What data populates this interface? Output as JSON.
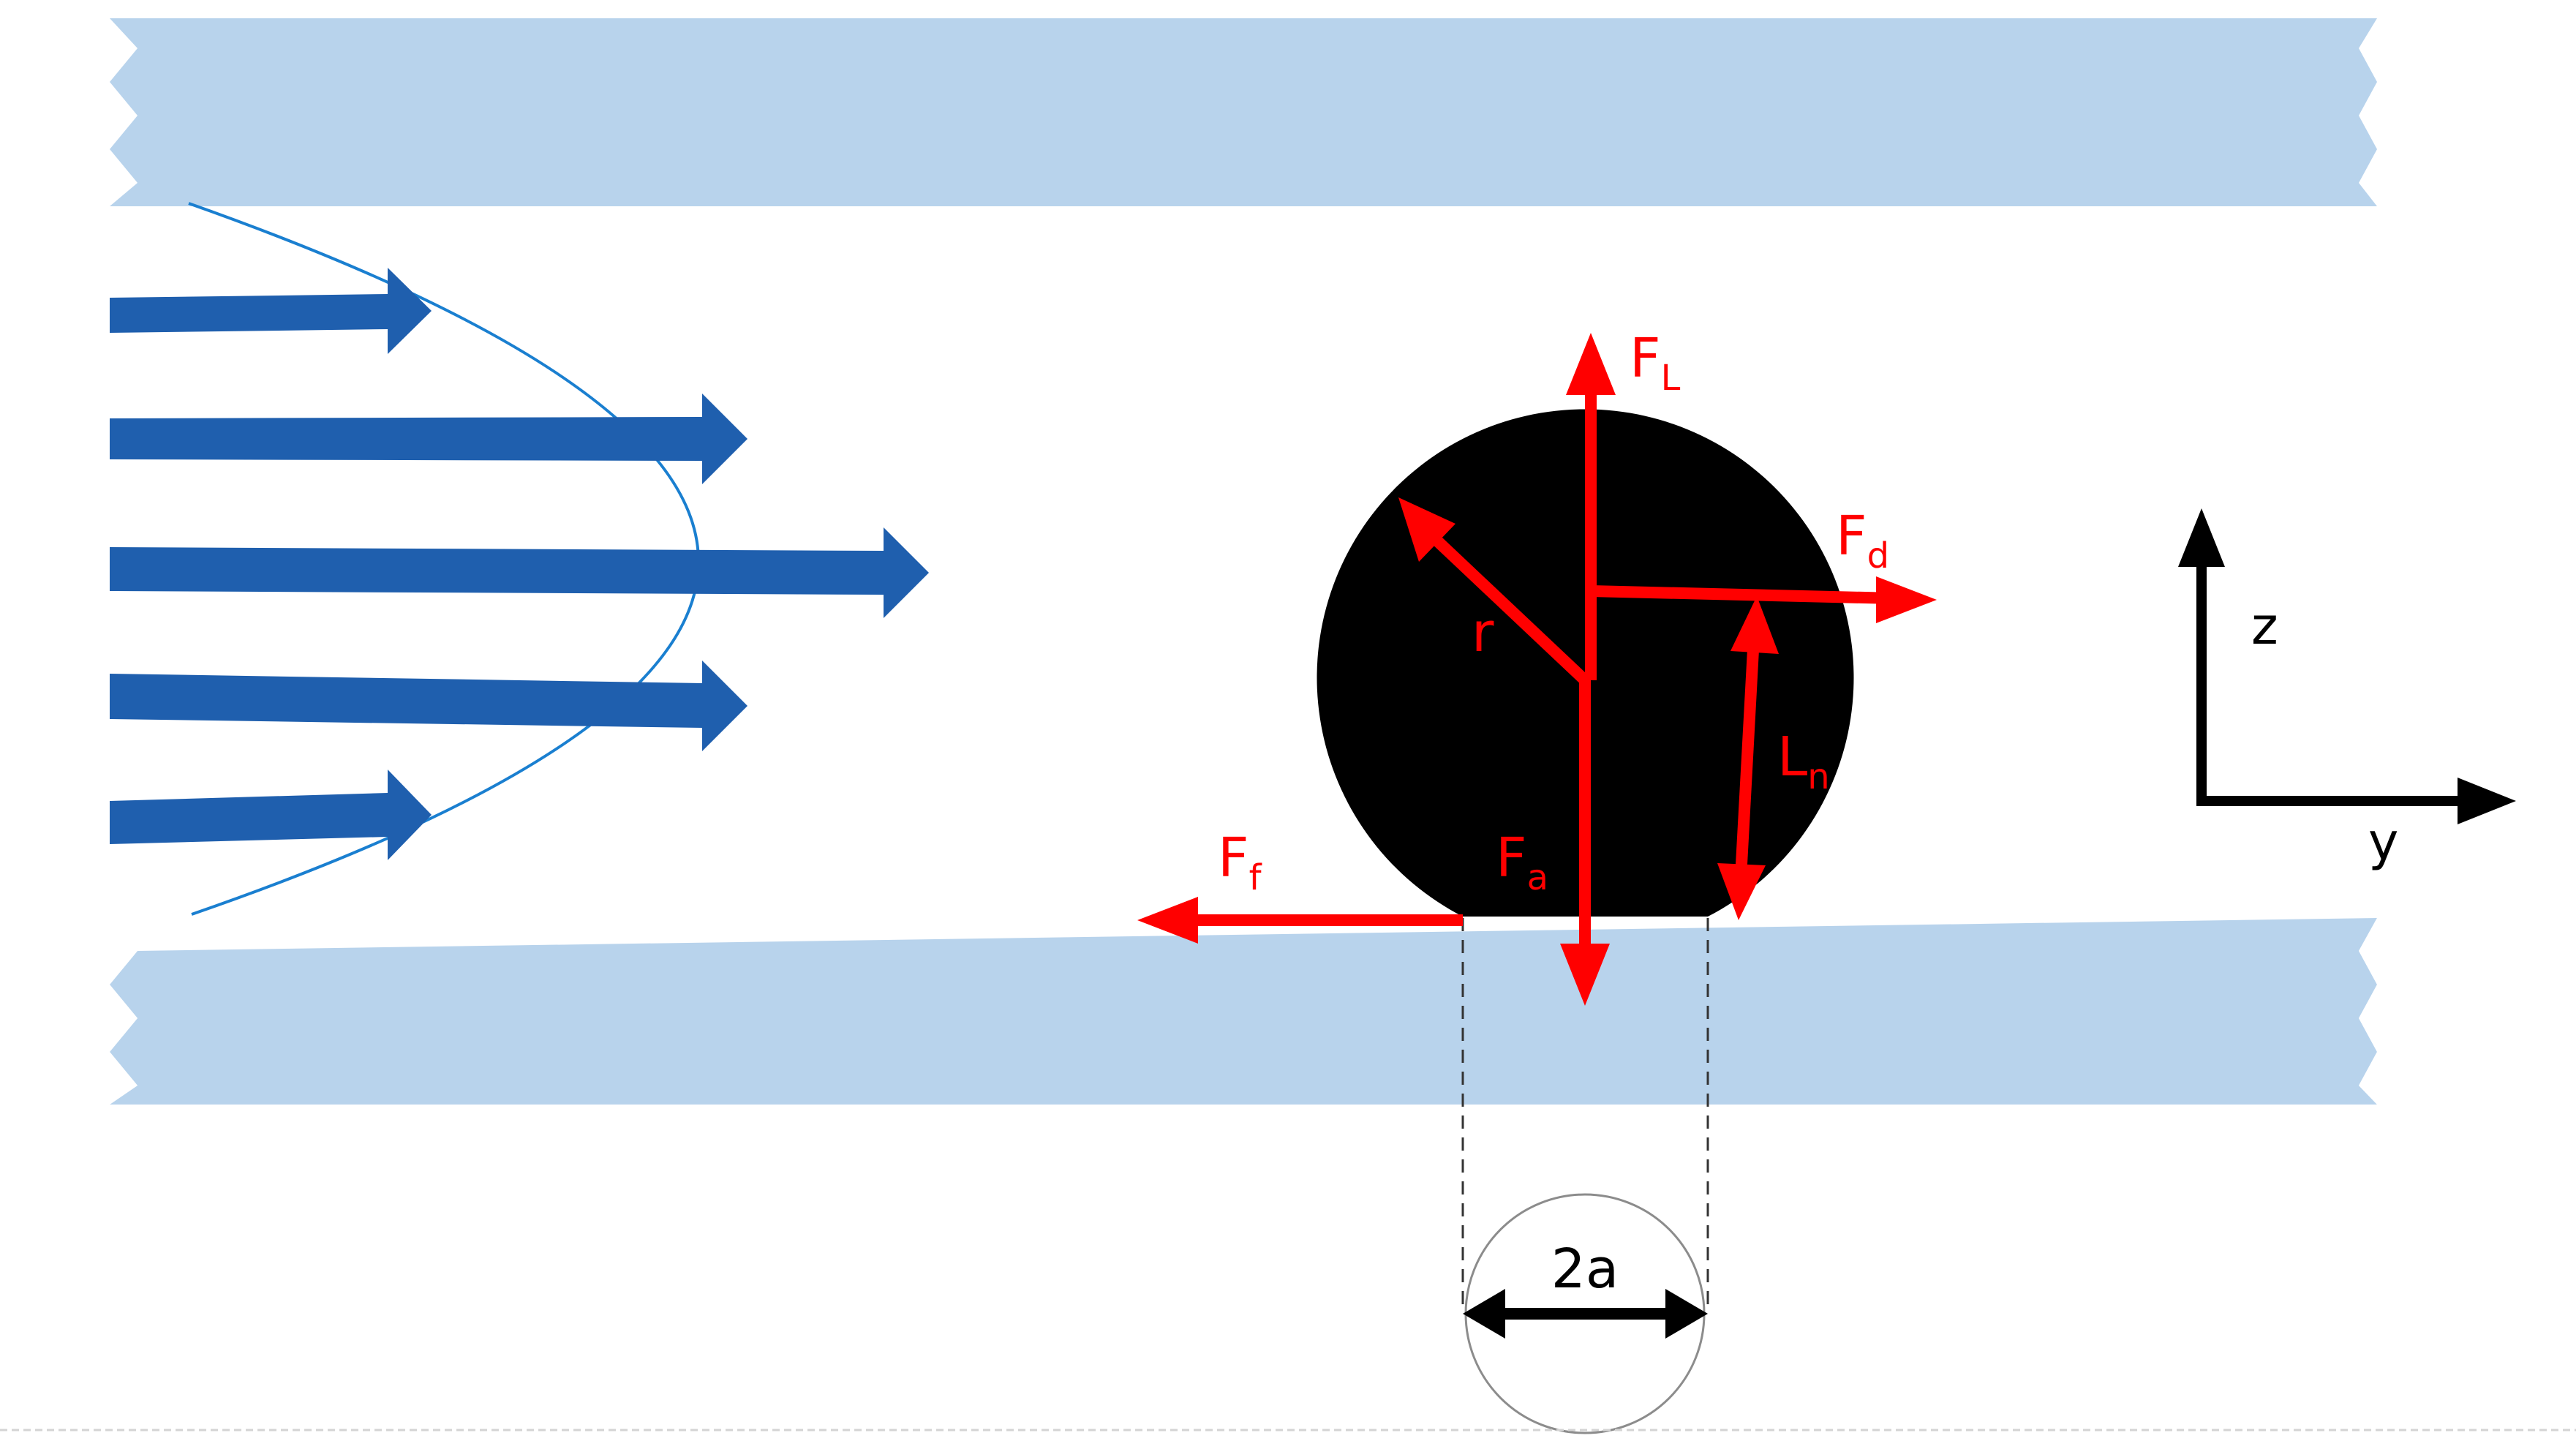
{
  "colors": {
    "channel_wall": "#b8d3ec",
    "flow_arrow": "#1f5fae",
    "velocity_profile": "#1a7fd0",
    "particle": "#000000",
    "force": "#ff0000",
    "axes": "#000000",
    "contact_circle": "#8c8c8c",
    "separator": "#d4d4d4"
  },
  "forces": {
    "lift": {
      "main": "F",
      "sub": "L"
    },
    "drag": {
      "main": "F",
      "sub": "d"
    },
    "adhesion": {
      "main": "F",
      "sub": "a"
    },
    "friction": {
      "main": "F",
      "sub": "f"
    },
    "moment_arm": {
      "main": "L",
      "sub": "n"
    },
    "radius": "r"
  },
  "axes": {
    "vertical": "z",
    "horizontal": "y"
  },
  "contact": {
    "width_label": "2a"
  }
}
